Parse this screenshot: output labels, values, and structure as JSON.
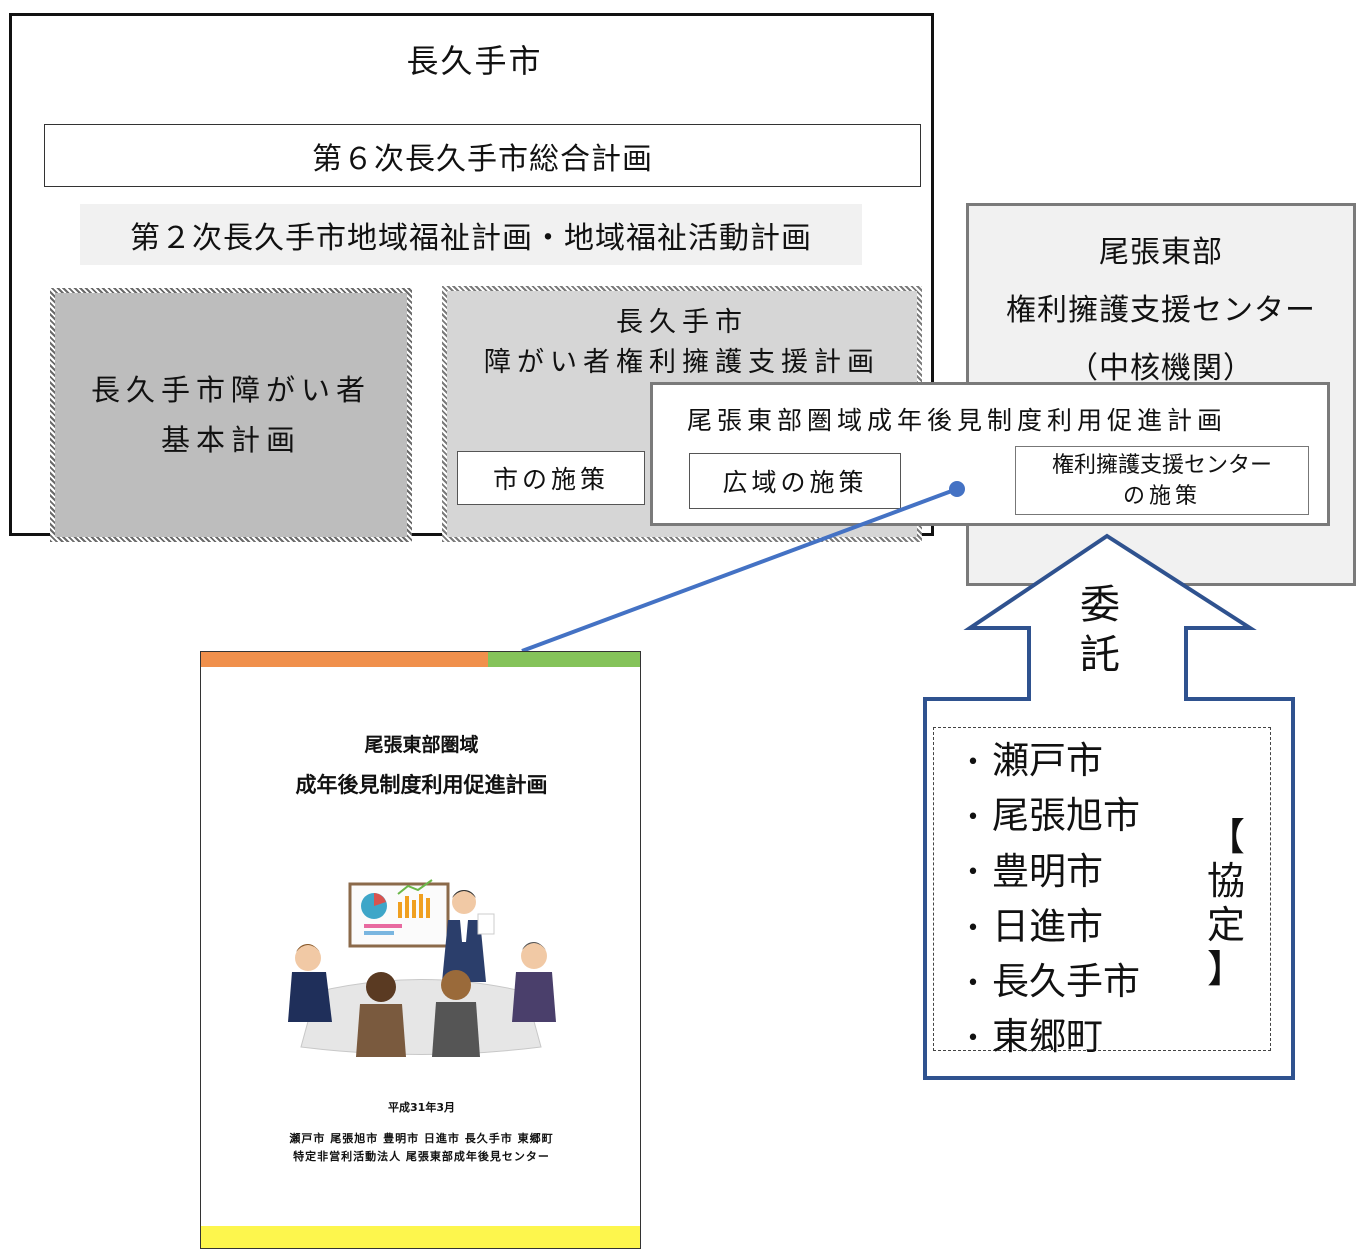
{
  "city_box": {
    "title": "長久手市",
    "general_plan": "第６次長久手市総合計画",
    "welfare_plan": "第２次長久手市地域福祉計画・地域福祉活動計画",
    "basic_plan": [
      "長久手市障がい者",
      "基本計画"
    ],
    "rights_plan": [
      "長久手市",
      "障がい者権利擁護支援計画"
    ],
    "city_measures": "市の施策"
  },
  "center_box": {
    "lines": [
      "尾張東部",
      "権利擁護支援センター",
      "（中核機関）"
    ]
  },
  "promotion_plan": {
    "title": "尾張東部圏域成年後見制度利用促進計画",
    "regional_measures": "広域の施策",
    "center_measures": [
      "権利擁護支援センター",
      "の施策"
    ]
  },
  "entrust": [
    "委",
    "託"
  ],
  "municipalities": {
    "bullet": "•",
    "items": [
      "瀬戸市",
      "尾張旭市",
      "豊明市",
      "日進市",
      "長久手市",
      "東郷町"
    ]
  },
  "agreement": [
    "【",
    "協",
    "定",
    "】"
  ],
  "cover": {
    "title1": "尾張東部圏域",
    "title2": "成年後見制度利用促進計画",
    "date": "平成31年3月",
    "members1": "瀬戸市 尾張旭市 豊明市 日進市 長久手市 東郷町",
    "members2": "特定非営利活動法人 尾張東部成年後見センター"
  },
  "colors": {
    "connector": "#4472c4",
    "arrow_outline": "#2f528f",
    "cover_top_left": "#f0904c",
    "cover_top_right": "#85c35a",
    "cover_bottom": "#fdf64d"
  }
}
